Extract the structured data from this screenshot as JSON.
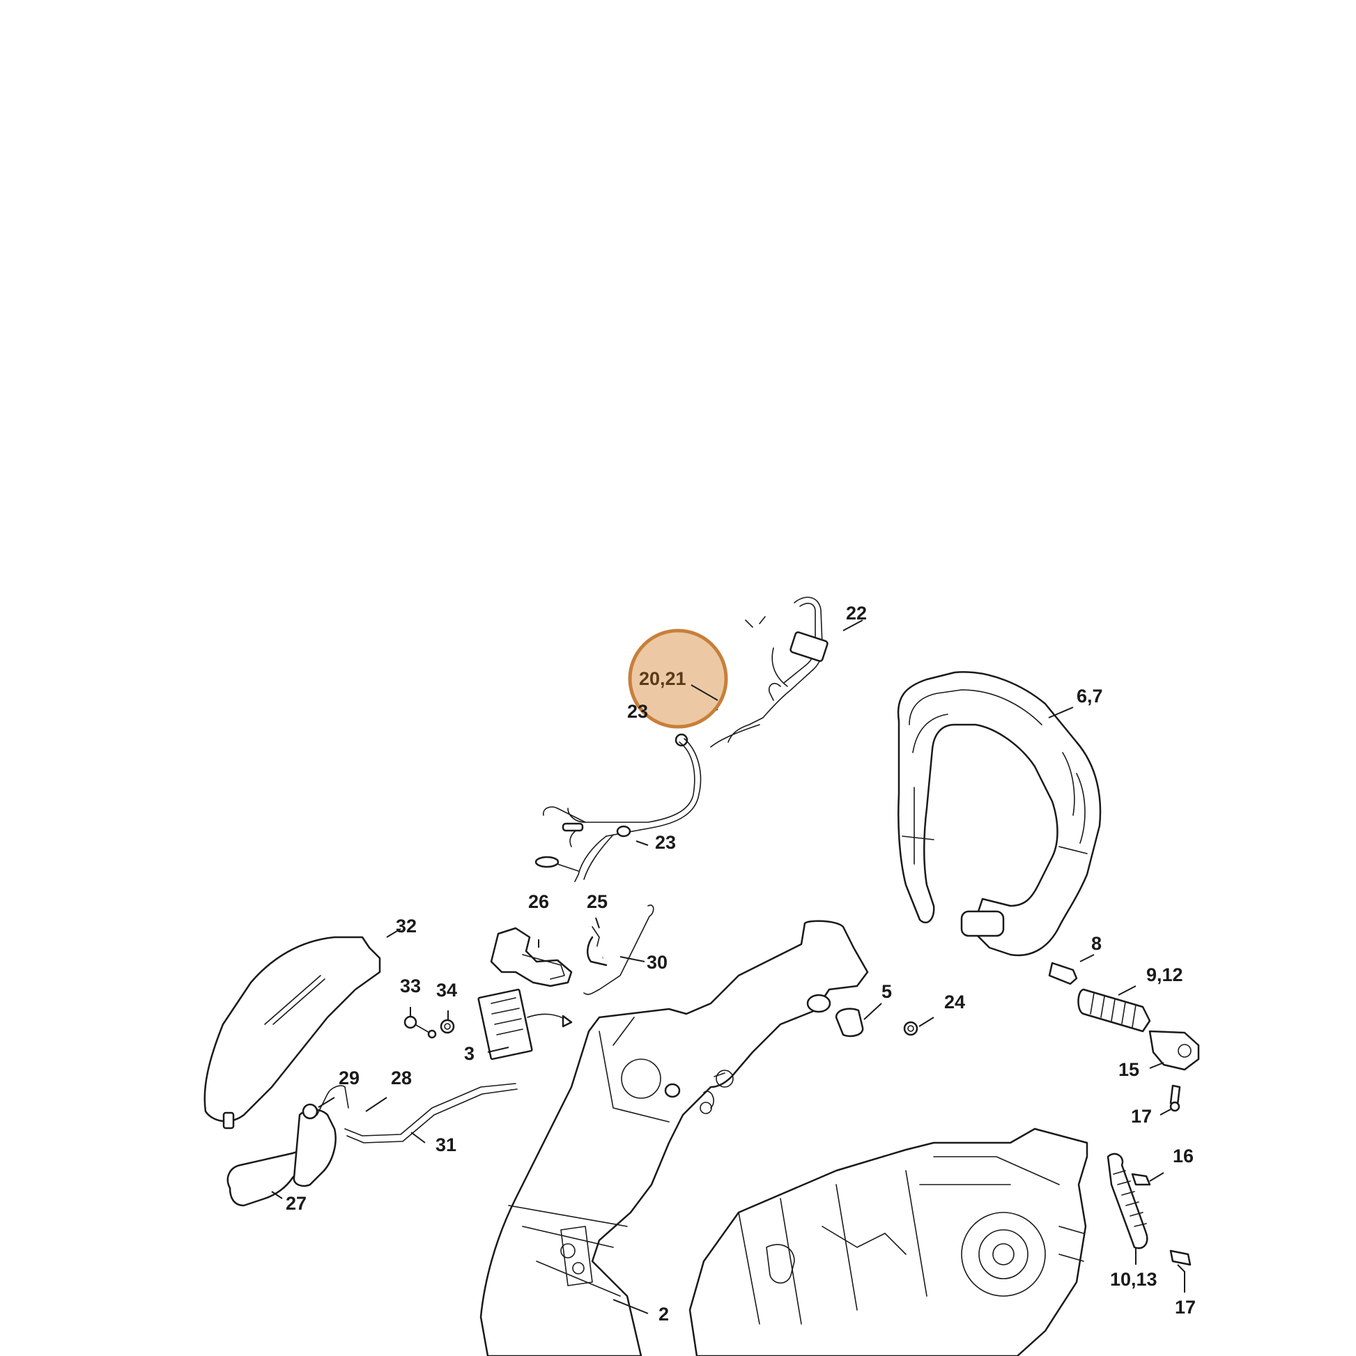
{
  "diagram": {
    "labels": {
      "l22": "22",
      "l2021": "20,21",
      "l2x": "23",
      "l67": "6,7",
      "l23": "23",
      "l26": "26",
      "l25": "25",
      "l30": "30",
      "l32": "32",
      "l8": "8",
      "l912": "9,12",
      "l33": "33",
      "l34": "34",
      "l5": "5",
      "l24": "24",
      "l3": "3",
      "l15": "15",
      "l17a": "17",
      "l29": "29",
      "l28": "28",
      "l31": "31",
      "l16": "16",
      "l27": "27",
      "l1013": "10,13",
      "l17b": "17",
      "l2": "2"
    },
    "highlight": {
      "label": "20,21",
      "color": "#c87f3a",
      "fill": "#ecc9a4"
    }
  }
}
